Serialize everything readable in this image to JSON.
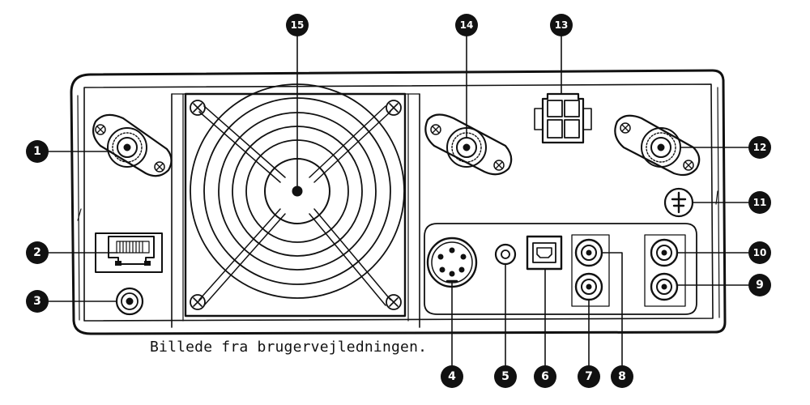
{
  "caption": "Billede fra brugervejledningen.",
  "callouts": [
    {
      "id": "1",
      "label": "1"
    },
    {
      "id": "2",
      "label": "2"
    },
    {
      "id": "3",
      "label": "3"
    },
    {
      "id": "4",
      "label": "4"
    },
    {
      "id": "5",
      "label": "5"
    },
    {
      "id": "6",
      "label": "6"
    },
    {
      "id": "7",
      "label": "7"
    },
    {
      "id": "8",
      "label": "8"
    },
    {
      "id": "9",
      "label": "9"
    },
    {
      "id": "10",
      "label": "10"
    },
    {
      "id": "11",
      "label": "11"
    },
    {
      "id": "12",
      "label": "12"
    },
    {
      "id": "13",
      "label": "13"
    },
    {
      "id": "14",
      "label": "14"
    },
    {
      "id": "15",
      "label": "15"
    }
  ]
}
